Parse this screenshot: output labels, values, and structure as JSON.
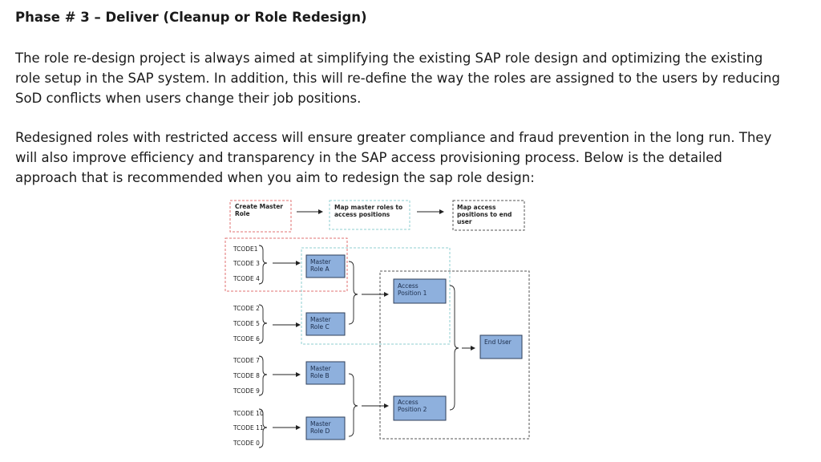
{
  "heading": "Phase # 3 – Deliver (Cleanup or Role Redesign)",
  "paragraph1": {
    "lines": [
      "The role re-design project is always aimed at simplifying the existing SAP role design and optimizing the existing",
      "role setup in the SAP system. In addition, this will re-define the way the roles are assigned to the users by reducing",
      "SoD conflicts when users change their job positions."
    ]
  },
  "paragraph2": {
    "lines": [
      "Redesigned roles with restricted access will ensure greater compliance and fraud prevention in the long run. They",
      "will also improve efficiency and transparency in the SAP access provisioning process. Below is the detailed",
      "approach that is recommended when you aim to redesign the sap role design:"
    ]
  },
  "diagram": {
    "step1": [
      "Create Master",
      "Role"
    ],
    "step2": [
      "Map master roles   to",
      "access positions"
    ],
    "step3": [
      "Map access",
      "positions to end",
      "user"
    ],
    "tcodes": [
      "TCODE1",
      "TCODE 3",
      "TCODE 4",
      "TCODE 2",
      "TCODE 5",
      "TCODE 6",
      "TCODE 7",
      "TCODE 8",
      "TCODE 9",
      "TCODE 10",
      "TCODE 11",
      "TCODE 0"
    ],
    "master_role_a": [
      "Master",
      "Role A"
    ],
    "master_role_c": [
      "Master",
      "Role C"
    ],
    "master_role_b": [
      "Master",
      "Role B"
    ],
    "master_role_d": [
      "Master",
      "Role D"
    ],
    "access_position_1": [
      "Access",
      "Position 1"
    ],
    "access_position_2": [
      "Access",
      "Position 2"
    ],
    "end_user": "End User",
    "colors": {
      "box_fill": "#8eb0dd",
      "box_stroke": "#2f3f5a",
      "red_dash": "#e07070",
      "cyan_dash": "#8fcfd0",
      "gray_dash": "#555555"
    }
  }
}
